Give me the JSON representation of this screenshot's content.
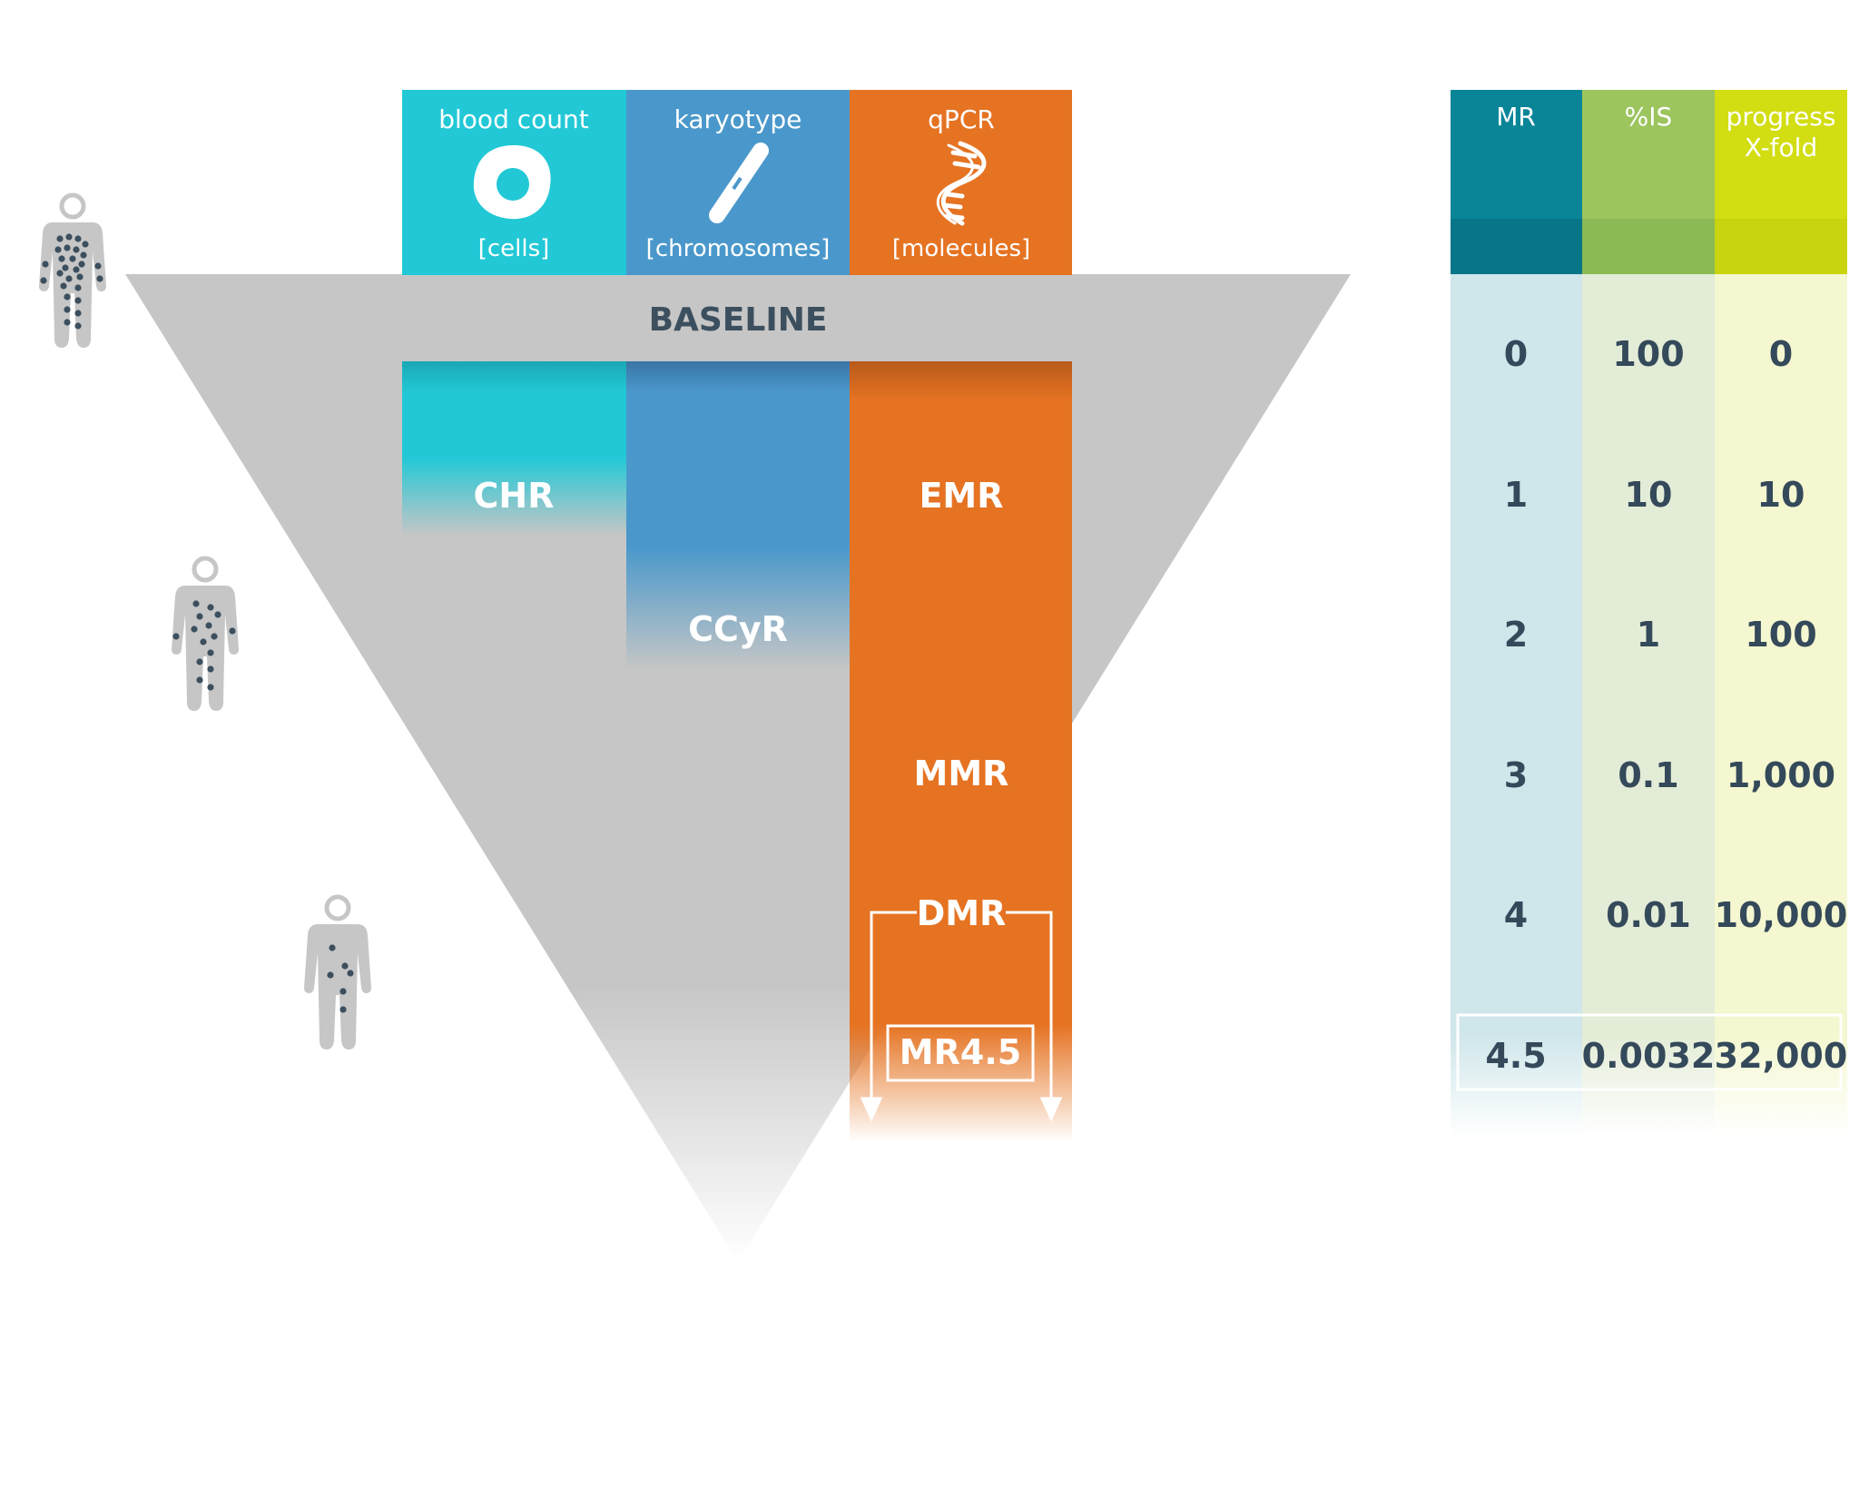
{
  "columns": [
    {
      "title": "blood count",
      "unit": "[cells]",
      "icon": "cell-icon",
      "color": "#22c8d6"
    },
    {
      "title": "karyotype",
      "unit": "[chromosomes]",
      "icon": "chromosome-icon",
      "color": "#4a98cb"
    },
    {
      "title": "qPCR",
      "unit": "[molecules]",
      "icon": "dna-icon",
      "color": "#e57322"
    }
  ],
  "funnel": {
    "baseline_label": "BASELINE",
    "color": "#c6c6c6"
  },
  "responses": {
    "chr": "CHR",
    "ccyr": "CCyR",
    "emr": "EMR",
    "mmr": "MMR",
    "dmr": "DMR",
    "mr45": "MR4.5"
  },
  "figures": [
    {
      "name": "patient-high-burden-icon",
      "dots": "many"
    },
    {
      "name": "patient-medium-burden-icon",
      "dots": "some"
    },
    {
      "name": "patient-low-burden-icon",
      "dots": "few"
    }
  ],
  "table": {
    "headers": {
      "mr": "MR",
      "is": "%IS",
      "progress_line1": "progress",
      "progress_line2": "X-fold"
    },
    "header_colors": {
      "mr": "#0a8598",
      "is": "#9cc55e",
      "progress": "#d2dd12"
    },
    "body_colors": {
      "mr": "#cfe6ea",
      "is": "#e3ecd6",
      "progress": "#f4f7cf"
    },
    "rows": [
      {
        "mr": "0",
        "is": "100",
        "fold": "0"
      },
      {
        "mr": "1",
        "is": "10",
        "fold": "10"
      },
      {
        "mr": "2",
        "is": "1",
        "fold": "100"
      },
      {
        "mr": "3",
        "is": "0.1",
        "fold": "1,000"
      },
      {
        "mr": "4",
        "is": "0.01",
        "fold": "10,000"
      },
      {
        "mr": "4.5",
        "is": "0.0032",
        "fold": "32,000"
      }
    ]
  }
}
